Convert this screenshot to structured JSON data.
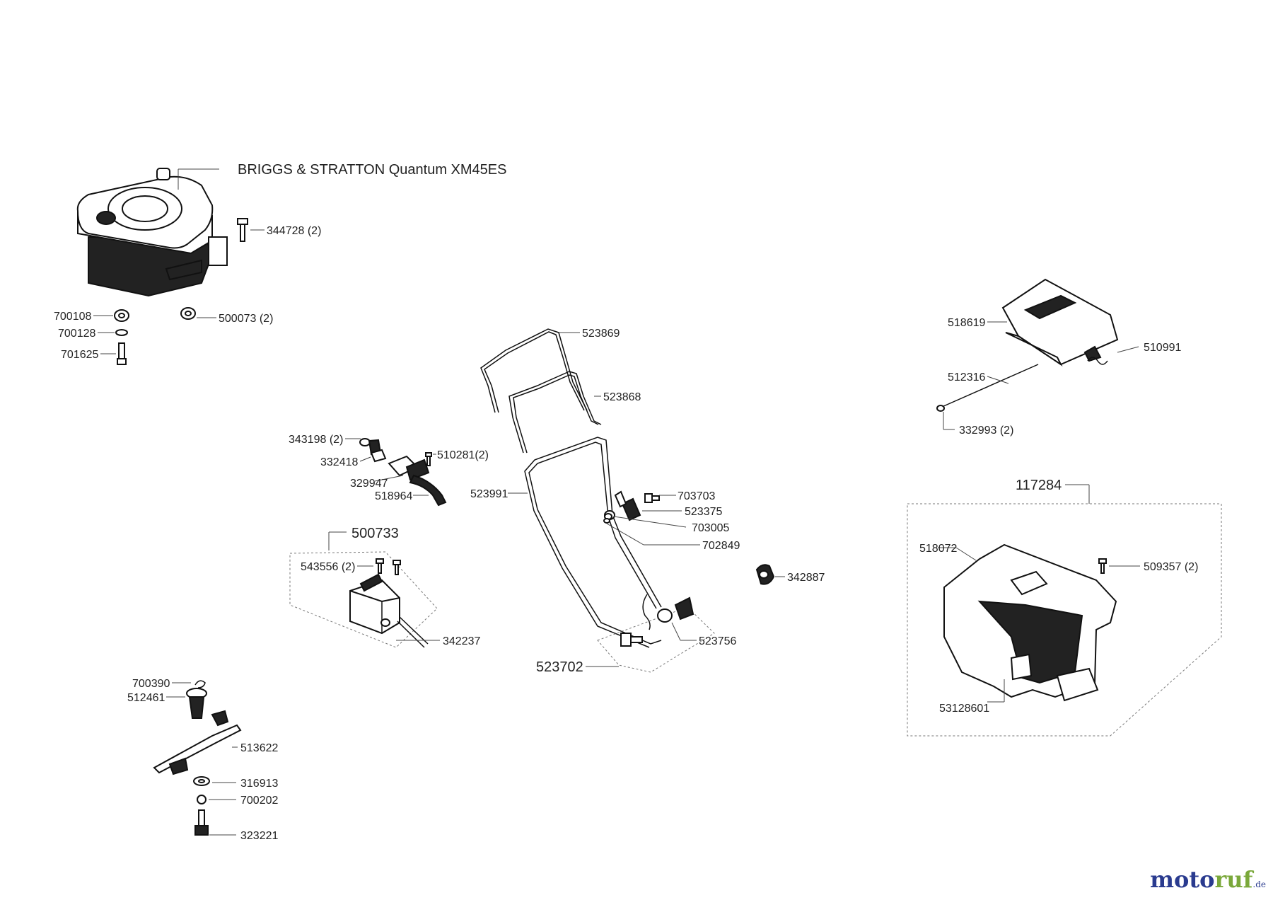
{
  "engine_title": "BRIGGS & STRATTON Quantum XM45ES",
  "parts": {
    "p344728": "344728 (2)",
    "p700108": "700108",
    "p700128": "700128",
    "p701625": "701625",
    "p500073": "500073 (2)",
    "p523869": "523869",
    "p523868": "523868",
    "p343198": "343198 (2)",
    "p332418": "332418",
    "p510281": "510281(2)",
    "p329947": "329947",
    "p518964": "518964",
    "p523991": "523991",
    "p703703": "703703",
    "p523375": "523375",
    "p703005": "703005",
    "p702849": "702849",
    "p500733": "500733",
    "p543556": "543556 (2)",
    "p342237": "342237",
    "p342887": "342887",
    "p523756": "523756",
    "p523702": "523702",
    "p518619": "518619",
    "p510991": "510991",
    "p512316": "512316",
    "p332993": "332993 (2)",
    "p117284": "117284",
    "p518072": "518072",
    "p509357": "509357 (2)",
    "p53128601": "53128601",
    "p700390": "700390",
    "p512461": "512461",
    "p513622": "513622",
    "p316913": "316913",
    "p700202": "700202",
    "p323221": "323221"
  },
  "logo": {
    "part1": "moto",
    "part2": "ruf",
    "suffix": ".de"
  }
}
